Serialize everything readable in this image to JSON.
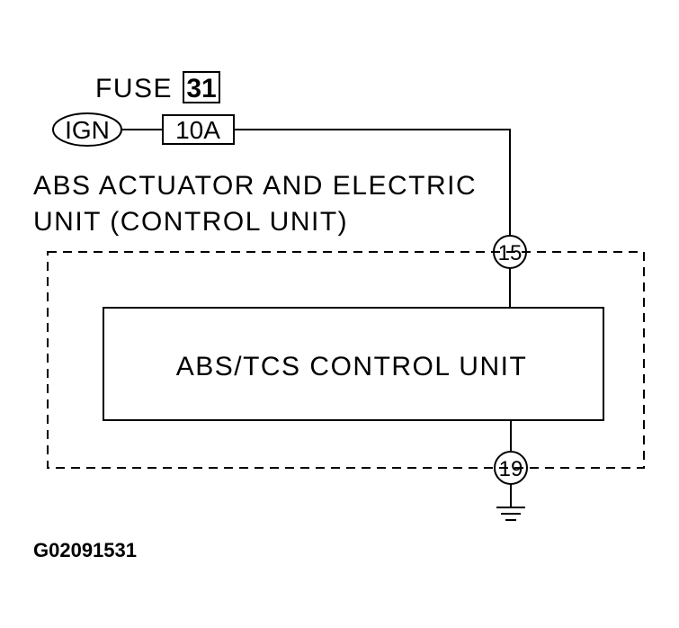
{
  "fuse": {
    "label": "FUSE",
    "number": "31",
    "rating": "10A"
  },
  "power_source": {
    "label": "IGN"
  },
  "module": {
    "line1": "ABS ACTUATOR AND ELECTRIC",
    "line2": "UNIT (CONTROL UNIT)"
  },
  "control_unit": {
    "label": "ABS/TCS CONTROL UNIT"
  },
  "terminals": {
    "power": "15",
    "ground": "19"
  },
  "figure_id": "G02091531"
}
